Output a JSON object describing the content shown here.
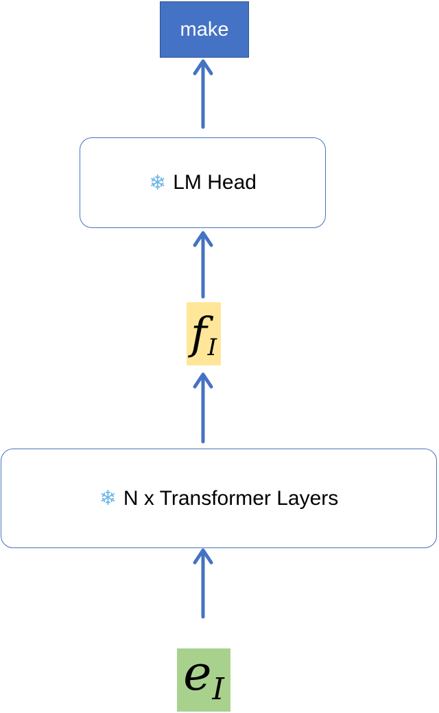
{
  "output_token": "make",
  "lm_head": {
    "icon": "snowflake-icon",
    "label": "LM Head"
  },
  "feature": {
    "symbol": "f",
    "subscript": "I",
    "color": "#ffe699"
  },
  "transformer": {
    "icon": "snowflake-icon",
    "label": "N x Transformer Layers"
  },
  "embedding": {
    "symbol": "e",
    "subscript": "I",
    "color": "#a9d18e"
  },
  "colors": {
    "arrow": "#4472c4",
    "output_fill": "#4472c4",
    "box_border": "#4472c4"
  }
}
